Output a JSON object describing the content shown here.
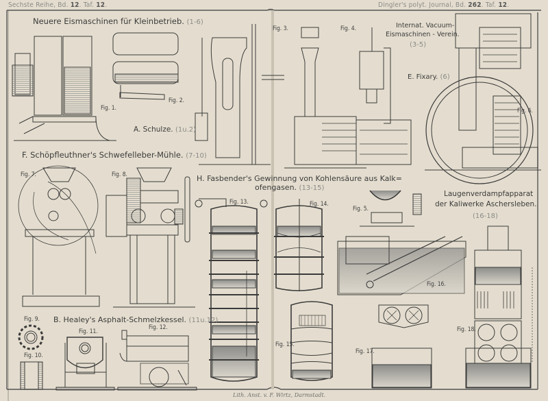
{
  "header": {
    "left": {
      "prefix": "Sechste Reihe, Bd.",
      "vol": "12",
      "taf_label": "Taf.",
      "taf": "12"
    },
    "right": {
      "prefix": "Dingler's polyt. Journal, Bd.",
      "vol": "262",
      "taf_label": "Taf.",
      "taf": "12"
    }
  },
  "sections": [
    {
      "title": "Neuere Eismaschinen für Kleinbetrieb.",
      "refs": "(1-6)"
    },
    {
      "title": "A. Schulze.",
      "refs": "(1u.2)"
    },
    {
      "title": "F. Schöpfleuthner's Schwefelleber-Mühle.",
      "refs": "(7-10)"
    },
    {
      "title": "H. Fasbender's Gewinnung von Kohlensäure aus Kalk=",
      "title2": "ofengasen.",
      "refs": "(13-15)"
    },
    {
      "title": "Internat. Vacuum-",
      "title2": "Eismaschinen - Verein.",
      "refs": "(3-5)"
    },
    {
      "title": "E. Fixary.",
      "refs": "(6)"
    },
    {
      "title": "Laugenverdampfapparat",
      "title2": "der Kaliwerke Aschersleben.",
      "refs": "(16-18)"
    },
    {
      "title": "B. Healey's Asphalt-Schmelzkessel.",
      "refs": "(11u.12)"
    }
  ],
  "figures": [
    "Fig. 1.",
    "Fig. 2.",
    "Fig. 3.",
    "Fig. 4.",
    "Fig. 5.",
    "Fig. 6.",
    "Fig. 7.",
    "Fig. 8.",
    "Fig. 9.",
    "Fig. 10.",
    "Fig. 11.",
    "Fig. 12.",
    "Fig. 13.",
    "Fig. 14.",
    "Fig. 15.",
    "Fig. 16.",
    "Fig. 17.",
    "Fig. 18."
  ],
  "footer": "Lith. Anst. v. F. Wirtz, Darmstadt."
}
